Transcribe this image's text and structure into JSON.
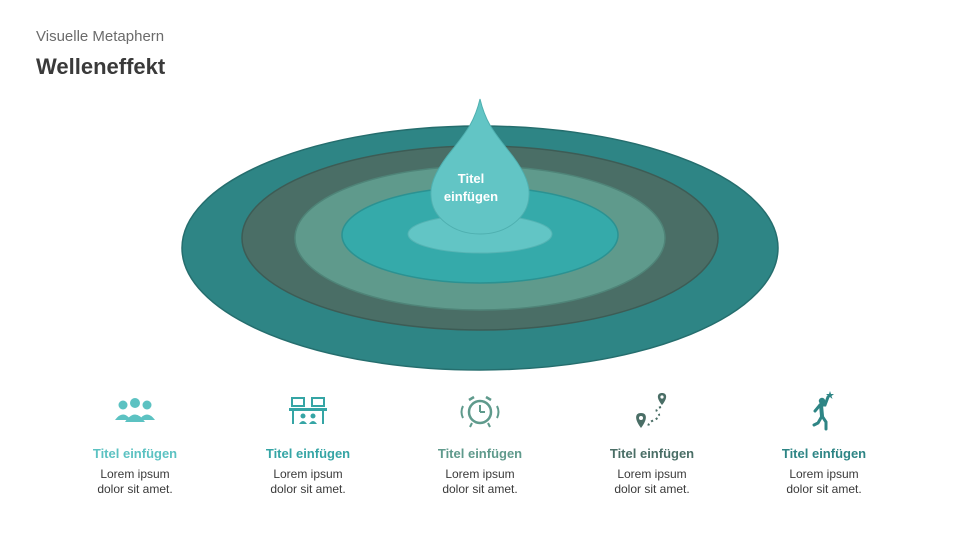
{
  "header": {
    "subtitle": "Visuelle Metaphern",
    "title": "Welleneffekt"
  },
  "drop": {
    "line1": "Titel",
    "line2": "einfügen"
  },
  "colors": {
    "ring_outer": "#2e8585",
    "ring_2": "#4a6e66",
    "ring_3": "#5f9a8c",
    "ring_4": "#35aaaa",
    "ring_inner": "#62c5c5",
    "drop": "#62c5c5",
    "teal_light": "#5cc2c2",
    "teal_dark": "#2e7d74",
    "slate": "#4a6e66"
  },
  "items": [
    {
      "icon": "group-icon",
      "title": "Titel einfügen",
      "line1": "Lorem ipsum",
      "line2": "dolor sit amet.",
      "color": "#5cc2c2"
    },
    {
      "icon": "meeting-desk-icon",
      "title": "Titel einfügen",
      "line1": "Lorem ipsum",
      "line2": "dolor sit amet.",
      "color": "#35a5a5"
    },
    {
      "icon": "alarm-clock-icon",
      "title": "Titel einfügen",
      "line1": "Lorem ipsum",
      "line2": "dolor sit amet.",
      "color": "#5f9a8c"
    },
    {
      "icon": "route-pin-icon",
      "title": "Titel einfügen",
      "line1": "Lorem ipsum",
      "line2": "dolor sit amet.",
      "color": "#4a6e66"
    },
    {
      "icon": "reaching-star-icon",
      "title": "Titel einfügen",
      "line1": "Lorem ipsum",
      "line2": "dolor sit amet.",
      "color": "#2e8585"
    }
  ]
}
